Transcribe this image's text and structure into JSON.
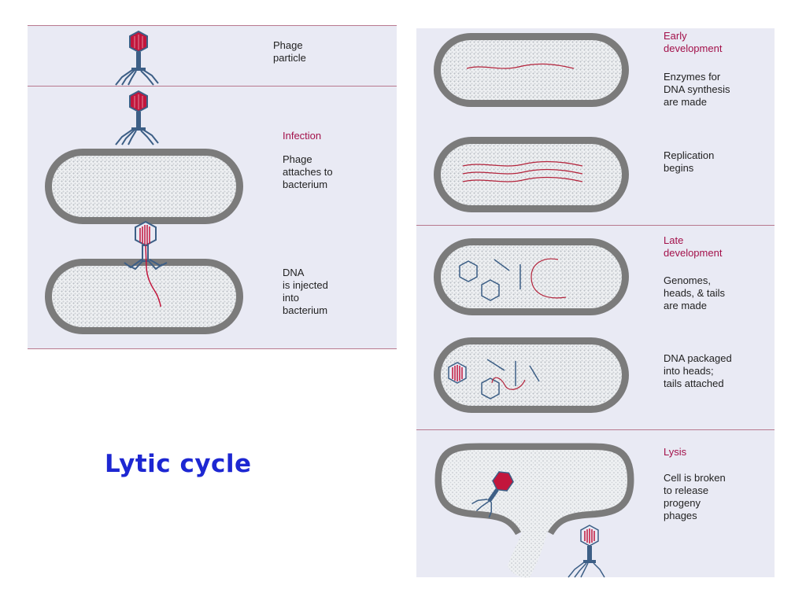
{
  "title": "Lytic cycle",
  "labels": {
    "phage_particle": "Phage\nparticle",
    "infection": "Infection",
    "attaches": "Phage\nattaches to\nbacterium",
    "injected": "DNA\nis injected\ninto\nbacterium",
    "early": "Early\ndevelopment",
    "enzymes": "Enzymes for\nDNA synthesis\nare made",
    "replication": "Replication\nbegins",
    "late": "Late\ndevelopment",
    "genomes": "Genomes,\nheads, & tails\nare made",
    "packaged": "DNA packaged\ninto heads;\ntails attached",
    "lysis": "Lysis",
    "broken": "Cell is broken\nto release\nprogeny\nphages"
  },
  "colors": {
    "panel": "#e9eaf4",
    "stage_label": "#a3114a",
    "phage_head": "#c2163c",
    "phage_body": "#3d5f86",
    "dna": "#b4243c",
    "cell_wall": "#7b7b7b",
    "title": "#1d27d2"
  }
}
